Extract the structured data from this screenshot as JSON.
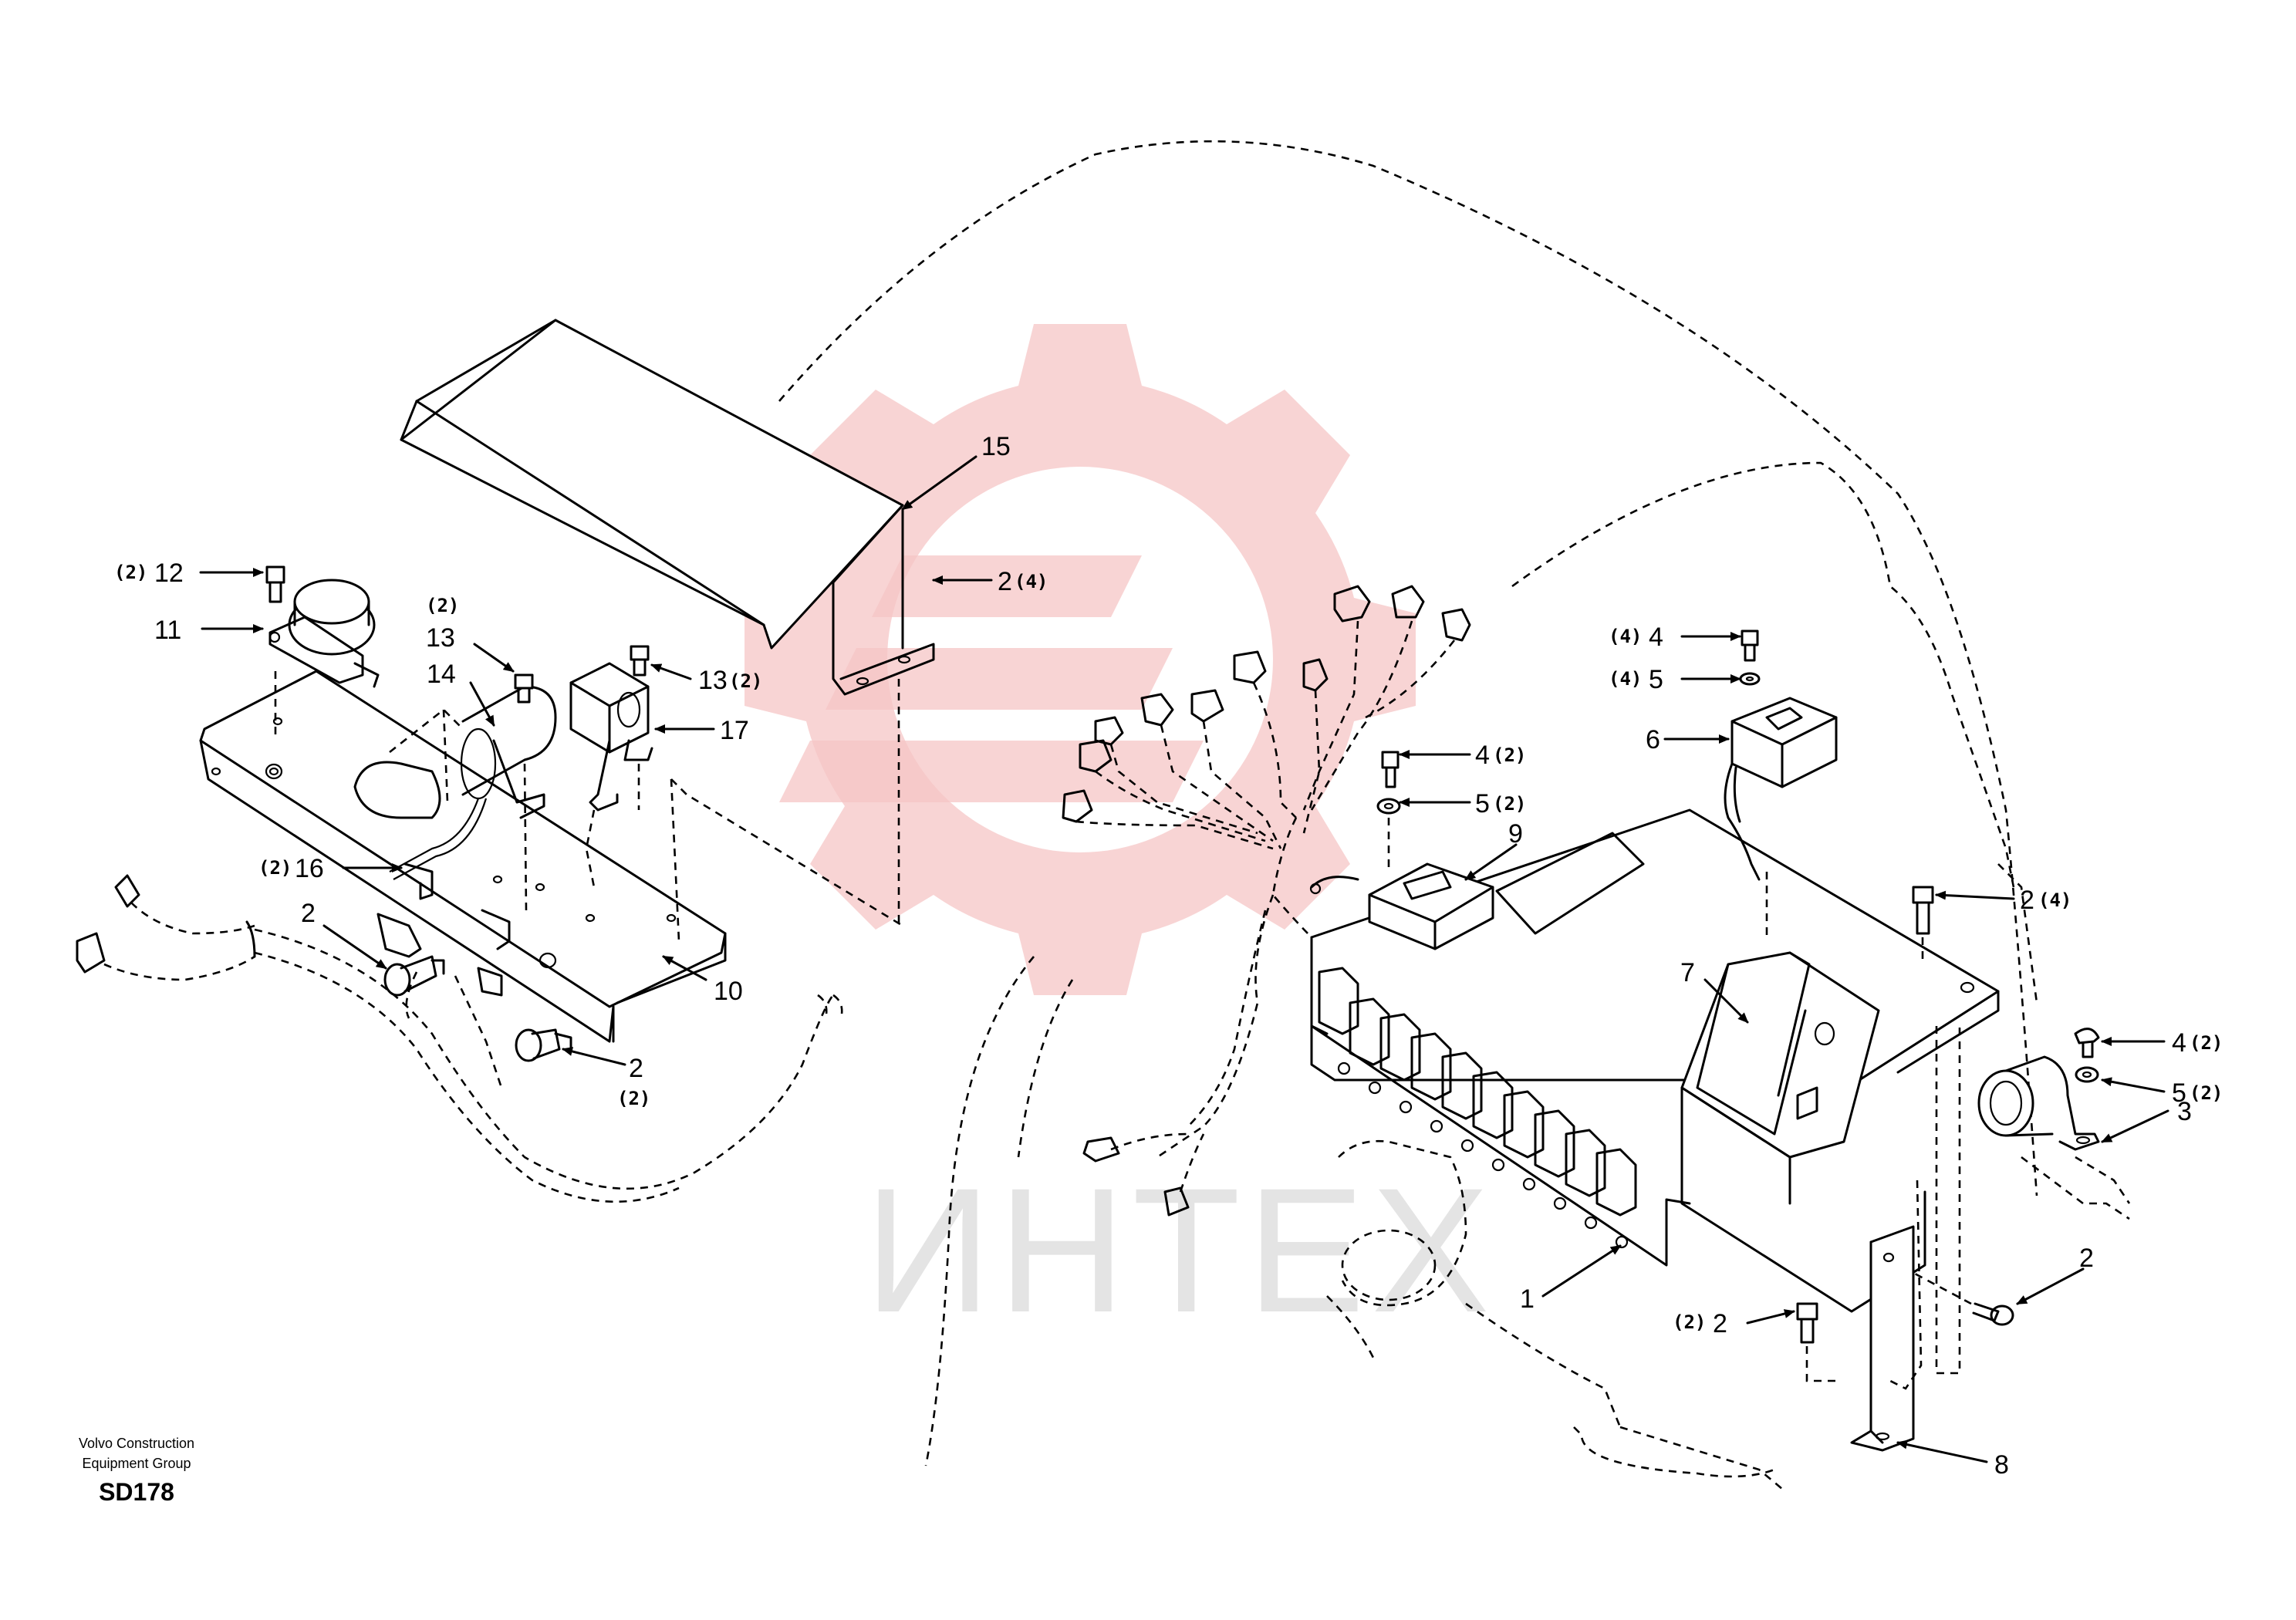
{
  "watermark": {
    "text": "ИНТЕХ",
    "color": "#f3b3b3"
  },
  "footer": {
    "company": "Volvo Construction\nEquipment Group",
    "code": "SD178"
  },
  "callouts": {
    "c15": "15",
    "c12": "12",
    "c12q": "(2)",
    "c11": "11",
    "c13a": "13",
    "c13aq": "(2)",
    "c14": "14",
    "c13b": "13",
    "c13bq": "(2)",
    "c17": "17",
    "c2a": "2",
    "c2aq": "(4)",
    "c16": "16",
    "c16q": "(2)",
    "c2b": "2",
    "c10": "10",
    "c2c": "2",
    "c2cq": "(2)",
    "c4a": "4",
    "c4aq": "(4)",
    "c5a": "5",
    "c5aq": "(4)",
    "c6": "6",
    "c4b": "4",
    "c4bq": "(2)",
    "c5b": "5",
    "c5bq": "(2)",
    "c9": "9",
    "c2d": "2",
    "c2dq": "(4)",
    "c7": "7",
    "c4c": "4",
    "c4cq": "(2)",
    "c5c": "5",
    "c5cq": "(2)",
    "c3": "3",
    "c2e": "2",
    "c1": "1",
    "c2f": "2",
    "c2fq": "(2)",
    "c8": "8"
  }
}
